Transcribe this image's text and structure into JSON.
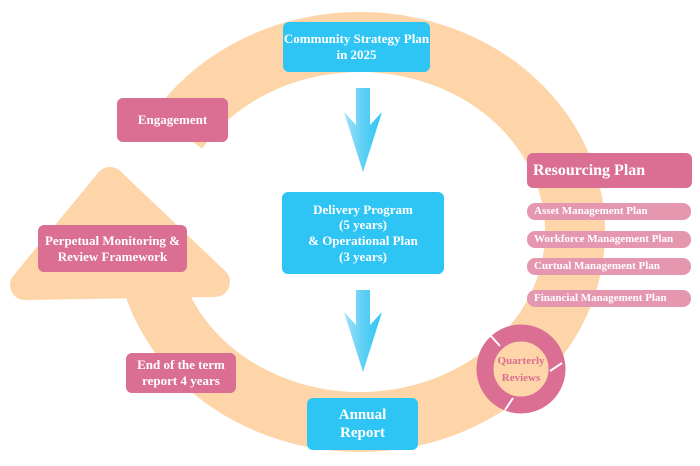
{
  "colors": {
    "ring": "#fdd5a8",
    "blue": "#2ec5f5",
    "pink": "#db6e93",
    "light_pink": "#e597b0",
    "arrow": "#5fd0f5"
  },
  "nodes": {
    "community_strategy": "Community Strategy Plan in 2025",
    "engagement": "Engagement",
    "delivery": [
      "Delivery Program",
      "(5 years)",
      "& Operational Plan",
      "(3 years)"
    ],
    "resourcing": "Resourcing Plan",
    "resourcing_items": [
      "Asset Management Plan",
      "Workforce Management Plan",
      "Curtual Management Plan",
      "Financial Management Plan"
    ],
    "monitoring": "Perpetual Monitoring & Review Framework",
    "end_of_term": "End of the term report 4 years",
    "annual": "Annual Report",
    "quarterly": [
      "Quarterly",
      "Reviews"
    ]
  }
}
